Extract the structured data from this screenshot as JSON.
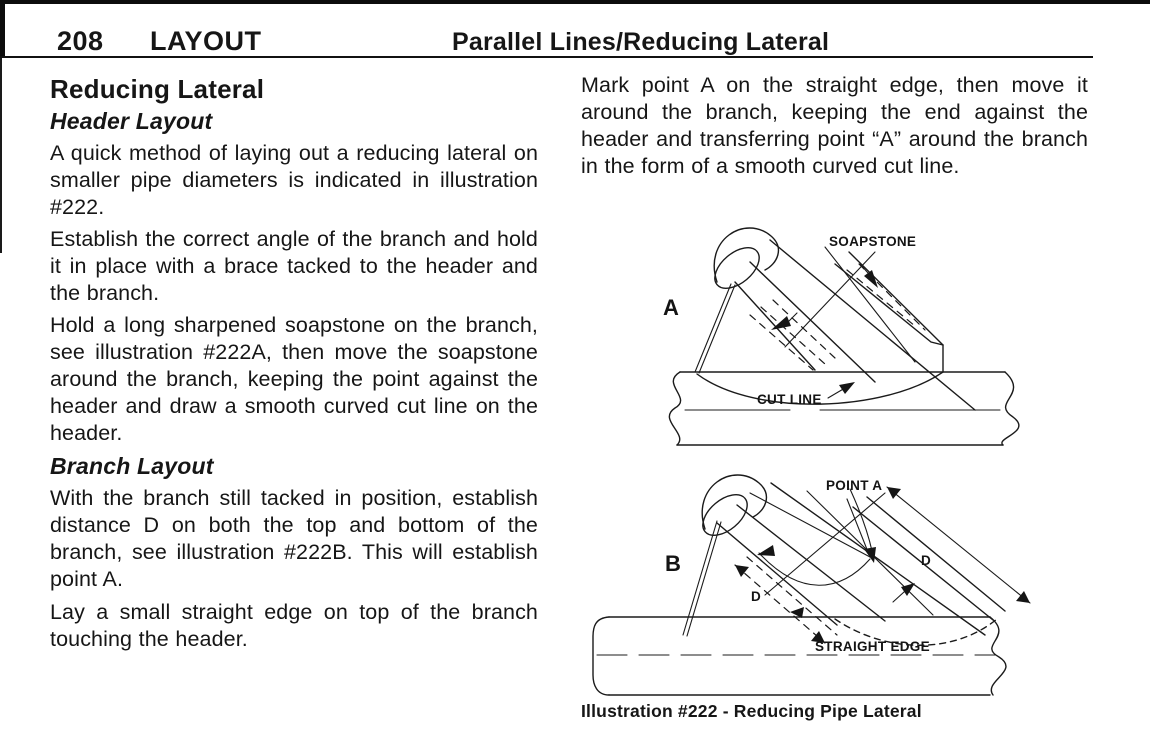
{
  "header": {
    "page_number": "208",
    "section": "LAYOUT",
    "title": "Parallel Lines/Reducing Lateral"
  },
  "left_column": {
    "heading": "Reducing Lateral",
    "sub1": "Header Layout",
    "p1": "A quick method of laying out a reducing lat­eral on smaller pipe diameters is indicated in illustration #222.",
    "p2": "Establish the correct angle of the branch and hold it in place with a brace tacked to the header and the branch.",
    "p3": "Hold a long sharpened soapstone on the branch, see illustration #222A, then move the soapstone around the branch, keeping the point against the header and draw a smooth curved cut line on the header.",
    "sub2": "Branch Layout",
    "p4": "With the branch still tacked in position, estab­lish distance D on both the top and bottom of the branch, see illustration #222B. This will establish point A.",
    "p5": "Lay a small straight edge on top of the branch touching the header."
  },
  "right_column": {
    "p6": "Mark point A on the straight edge, then move it around the branch, keeping the end against the header and transferring point “A” around the branch in the form of a smooth curved cut line.",
    "illustration_a": {
      "label": "A",
      "soapstone": "SOAPSTONE",
      "cut_line": "CUT LINE"
    },
    "illustration_b": {
      "label": "B",
      "point_a": "POINT A",
      "d_left": "D",
      "d_right": "D",
      "straight_edge": "STRAIGHT EDGE"
    },
    "caption": "Illustration #222 - Reducing Pipe Lateral"
  },
  "colors": {
    "ink": "#161616",
    "paper": "#ffffff"
  }
}
